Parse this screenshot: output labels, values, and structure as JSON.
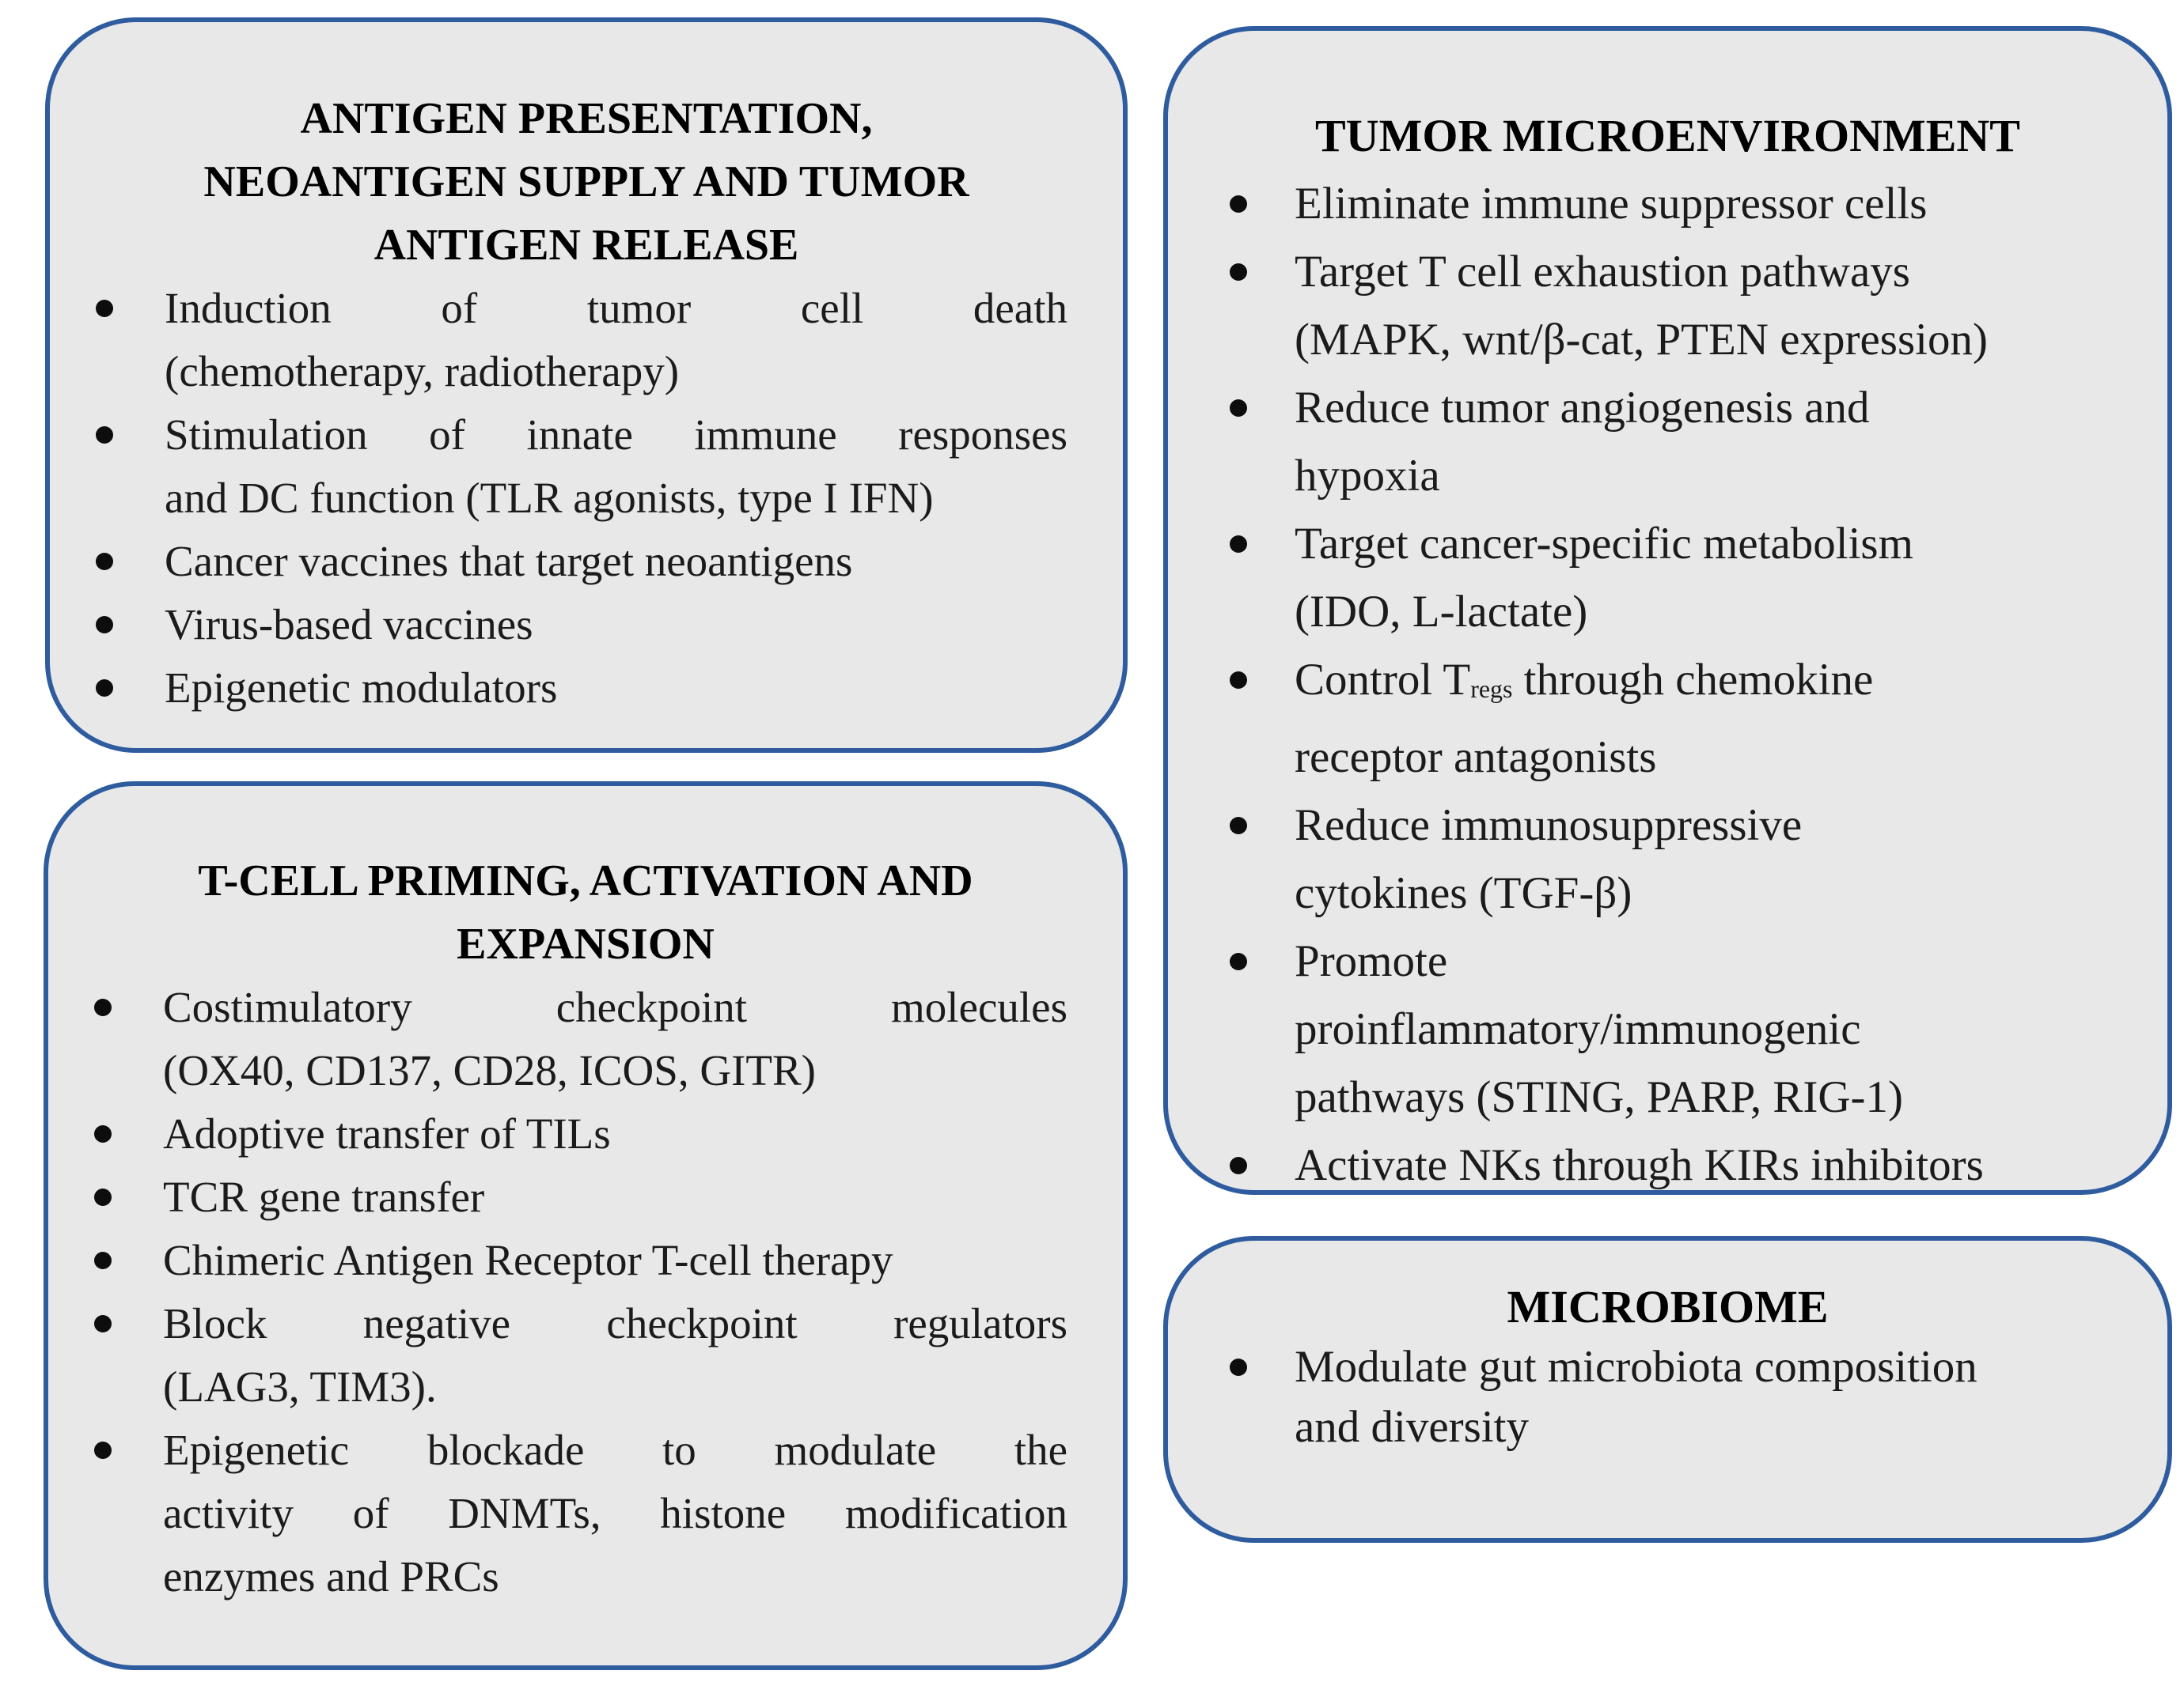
{
  "figure": {
    "description_colors": {
      "border_blue": "#2e5c9f",
      "box_fill": "#e8e8e9",
      "text": "#1b1b1b",
      "background": "#ffffff",
      "bullet_dot": "#0d0d0d"
    },
    "boxes": [
      {
        "name": "antigen-presentation",
        "title_lines": [
          "ANTIGEN PRESENTATION,",
          "NEOANTIGEN SUPPLY AND TUMOR",
          "ANTIGEN RELEASE"
        ],
        "justify": true,
        "bullets": [
          {
            "lines": [
              "Induction of tumor cell death",
              "(chemotherapy, radiotherapy)"
            ]
          },
          {
            "lines": [
              "Stimulation of innate immune responses",
              "and DC function (TLR agonists, type I IFN)"
            ]
          },
          {
            "lines": [
              "Cancer vaccines that target neoantigens"
            ]
          },
          {
            "lines": [
              "Virus-based vaccines"
            ]
          },
          {
            "lines": [
              "Epigenetic modulators"
            ]
          }
        ]
      },
      {
        "name": "t-cell-priming",
        "title_lines": [
          "T-CELL PRIMING, ACTIVATION AND",
          "EXPANSION"
        ],
        "justify": true,
        "bullets": [
          {
            "lines": [
              "Costimulatory checkpoint molecules",
              "(OX40, CD137, CD28, ICOS, GITR)"
            ]
          },
          {
            "lines": [
              "Adoptive transfer of TILs"
            ]
          },
          {
            "lines": [
              "TCR gene transfer"
            ]
          },
          {
            "lines": [
              "Chimeric Antigen Receptor T-cell therapy"
            ]
          },
          {
            "lines": [
              "Block negative checkpoint regulators",
              "(LAG3, TIM3)."
            ]
          },
          {
            "lines": [
              "Epigenetic blockade to modulate the",
              "activity of DNMTs, histone modification",
              "enzymes and PRCs"
            ]
          }
        ]
      },
      {
        "name": "tumor-microenvironment",
        "title_lines": [
          "TUMOR MICROENVIRONMENT"
        ],
        "justify": false,
        "bullets": [
          {
            "lines": [
              "Eliminate immune suppressor cells"
            ]
          },
          {
            "lines": [
              "Target T cell exhaustion pathways",
              "(MAPK, wnt/β-cat, PTEN expression)"
            ]
          },
          {
            "lines": [
              "Reduce tumor angiogenesis and",
              "hypoxia"
            ]
          },
          {
            "lines": [
              "Target cancer-specific metabolism",
              "(IDO, L-lactate)"
            ]
          },
          {
            "lines": [
              [
                "Control T",
                {
                  "sub": "regs"
                },
                " through chemokine"
              ],
              "receptor antagonists"
            ]
          },
          {
            "lines": [
              "Reduce immunosuppressive",
              "cytokines (TGF-β)"
            ]
          },
          {
            "lines": [
              "Promote",
              "proinflammatory/immunogenic",
              "pathways (STING, PARP, RIG-1)"
            ]
          },
          {
            "lines": [
              "Activate NKs through KIRs inhibitors"
            ]
          }
        ]
      },
      {
        "name": "microbiome",
        "title_lines": [
          "MICROBIOME"
        ],
        "justify": false,
        "bullets": [
          {
            "lines": [
              "Modulate gut microbiota composition",
              "and diversity"
            ]
          }
        ]
      }
    ]
  }
}
